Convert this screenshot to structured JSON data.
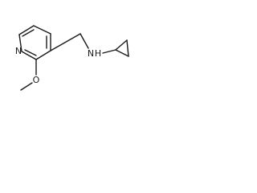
{
  "molecule": {
    "atoms": {
      "ring_nitrogen": "N",
      "amine_nitrogen": "N",
      "amine_hydrogen": "H",
      "ether_oxygen": "O"
    }
  }
}
